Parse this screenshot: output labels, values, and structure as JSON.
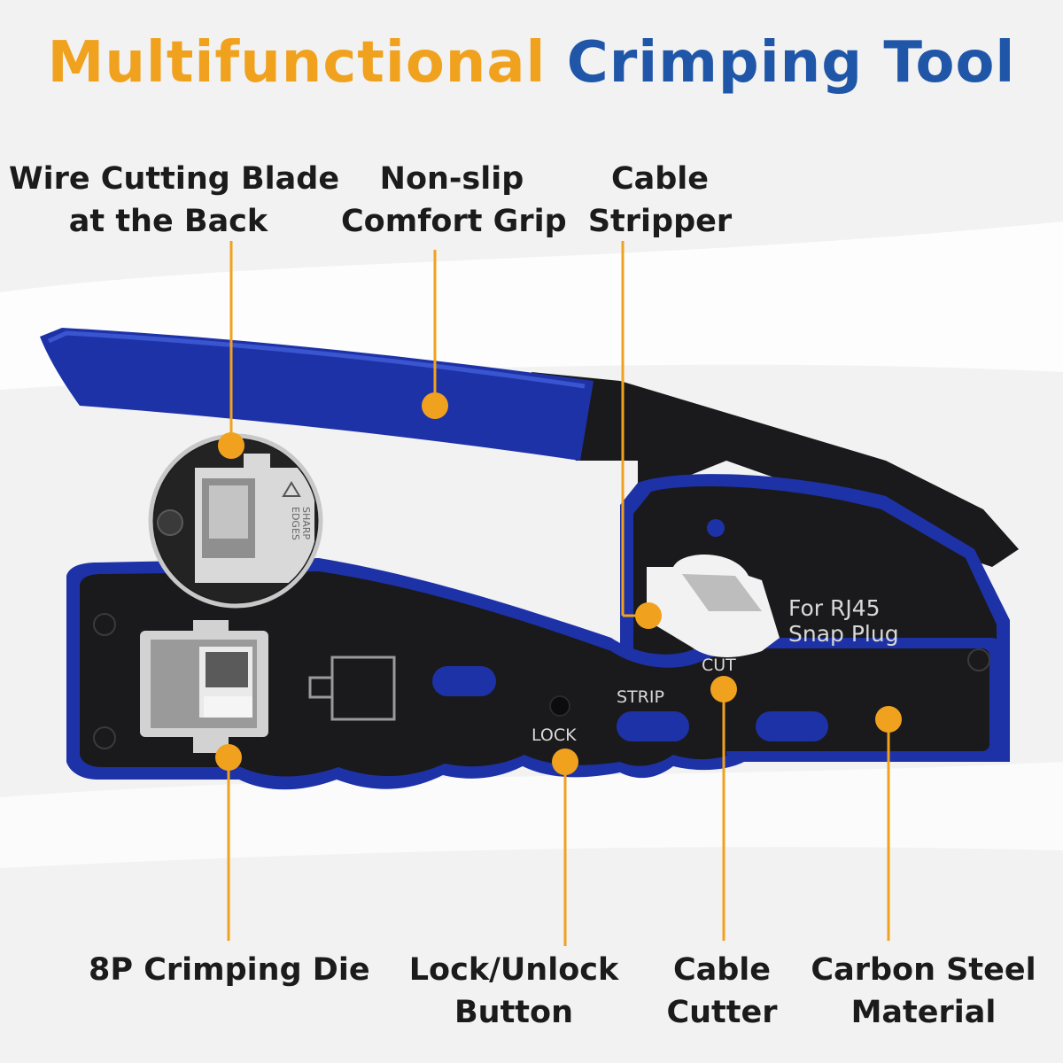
{
  "title": {
    "part1": "Multifunctional",
    "part2": "Crimping Tool"
  },
  "colors": {
    "accent_orange": "#f0a21e",
    "accent_blue": "#1f56a8",
    "tool_blue": "#1e32a8",
    "tool_black": "#1a1a1c",
    "silver": "#c9c9c9"
  },
  "labels": {
    "wire_cutting_blade": {
      "line1": "Wire Cutting Blade",
      "line2": "at the Back"
    },
    "comfort_grip": {
      "line1": "Non-slip",
      "line2": "Comfort Grip"
    },
    "cable_stripper": {
      "line1": "Cable",
      "line2": "Stripper"
    },
    "crimping_die": {
      "line1": "8P Crimping Die"
    },
    "lock_button": {
      "line1": "Lock/Unlock",
      "line2": "Button"
    },
    "cable_cutter": {
      "line1": "Cable",
      "line2": "Cutter"
    },
    "carbon_steel": {
      "line1": "Carbon Steel",
      "line2": "Material"
    }
  },
  "tool_text": {
    "rj45_line1": "For RJ45",
    "rj45_line2": "Snap Plug",
    "cut": "CUT",
    "strip": "STRIP",
    "lock": "LOCK",
    "blade_warning_line1": "SHARP",
    "blade_warning_line2": "EDGES"
  },
  "icons": [
    "callout-dot-icon",
    "screw-icon",
    "lock-button-icon",
    "warning-triangle-icon"
  ]
}
